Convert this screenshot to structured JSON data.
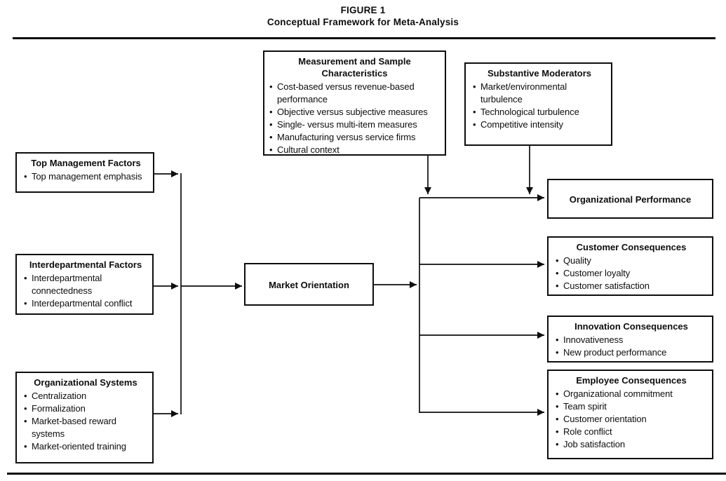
{
  "figure": {
    "label": "FIGURE 1",
    "title": "Conceptual Framework for Meta-Analysis"
  },
  "colors": {
    "ink": "#0d0d0d",
    "background": "#ffffff"
  },
  "boxes": {
    "measurement": {
      "title": "Measurement and Sample Characteristics",
      "items": [
        "Cost-based versus revenue-based performance",
        "Objective versus subjective measures",
        "Single- versus multi-item measures",
        "Manufacturing versus service firms",
        "Cultural context"
      ]
    },
    "moderators": {
      "title": "Substantive Moderators",
      "items": [
        "Market/environmental turbulence",
        "Technological turbulence",
        "Competitive intensity"
      ]
    },
    "top_management": {
      "title": "Top Management Factors",
      "items": [
        "Top management emphasis"
      ]
    },
    "interdepartmental": {
      "title": "Interdepartmental Factors",
      "items": [
        "Interdepartmental connectedness",
        "Interdepartmental conflict"
      ]
    },
    "organizational_systems": {
      "title": "Organizational Systems",
      "items": [
        "Centralization",
        "Formalization",
        "Market-based reward systems",
        "Market-oriented training"
      ]
    },
    "market_orientation": {
      "title": "Market Orientation"
    },
    "organizational_performance": {
      "title": "Organizational Performance"
    },
    "customer_consequences": {
      "title": "Customer Consequences",
      "items": [
        "Quality",
        "Customer loyalty",
        "Customer satisfaction"
      ]
    },
    "innovation_consequences": {
      "title": "Innovation Consequences",
      "items": [
        "Innovativeness",
        "New product performance"
      ]
    },
    "employee_consequences": {
      "title": "Employee Consequences",
      "items": [
        "Organizational commitment",
        "Team spirit",
        "Customer orientation",
        "Role conflict",
        "Job satisfaction"
      ]
    }
  }
}
